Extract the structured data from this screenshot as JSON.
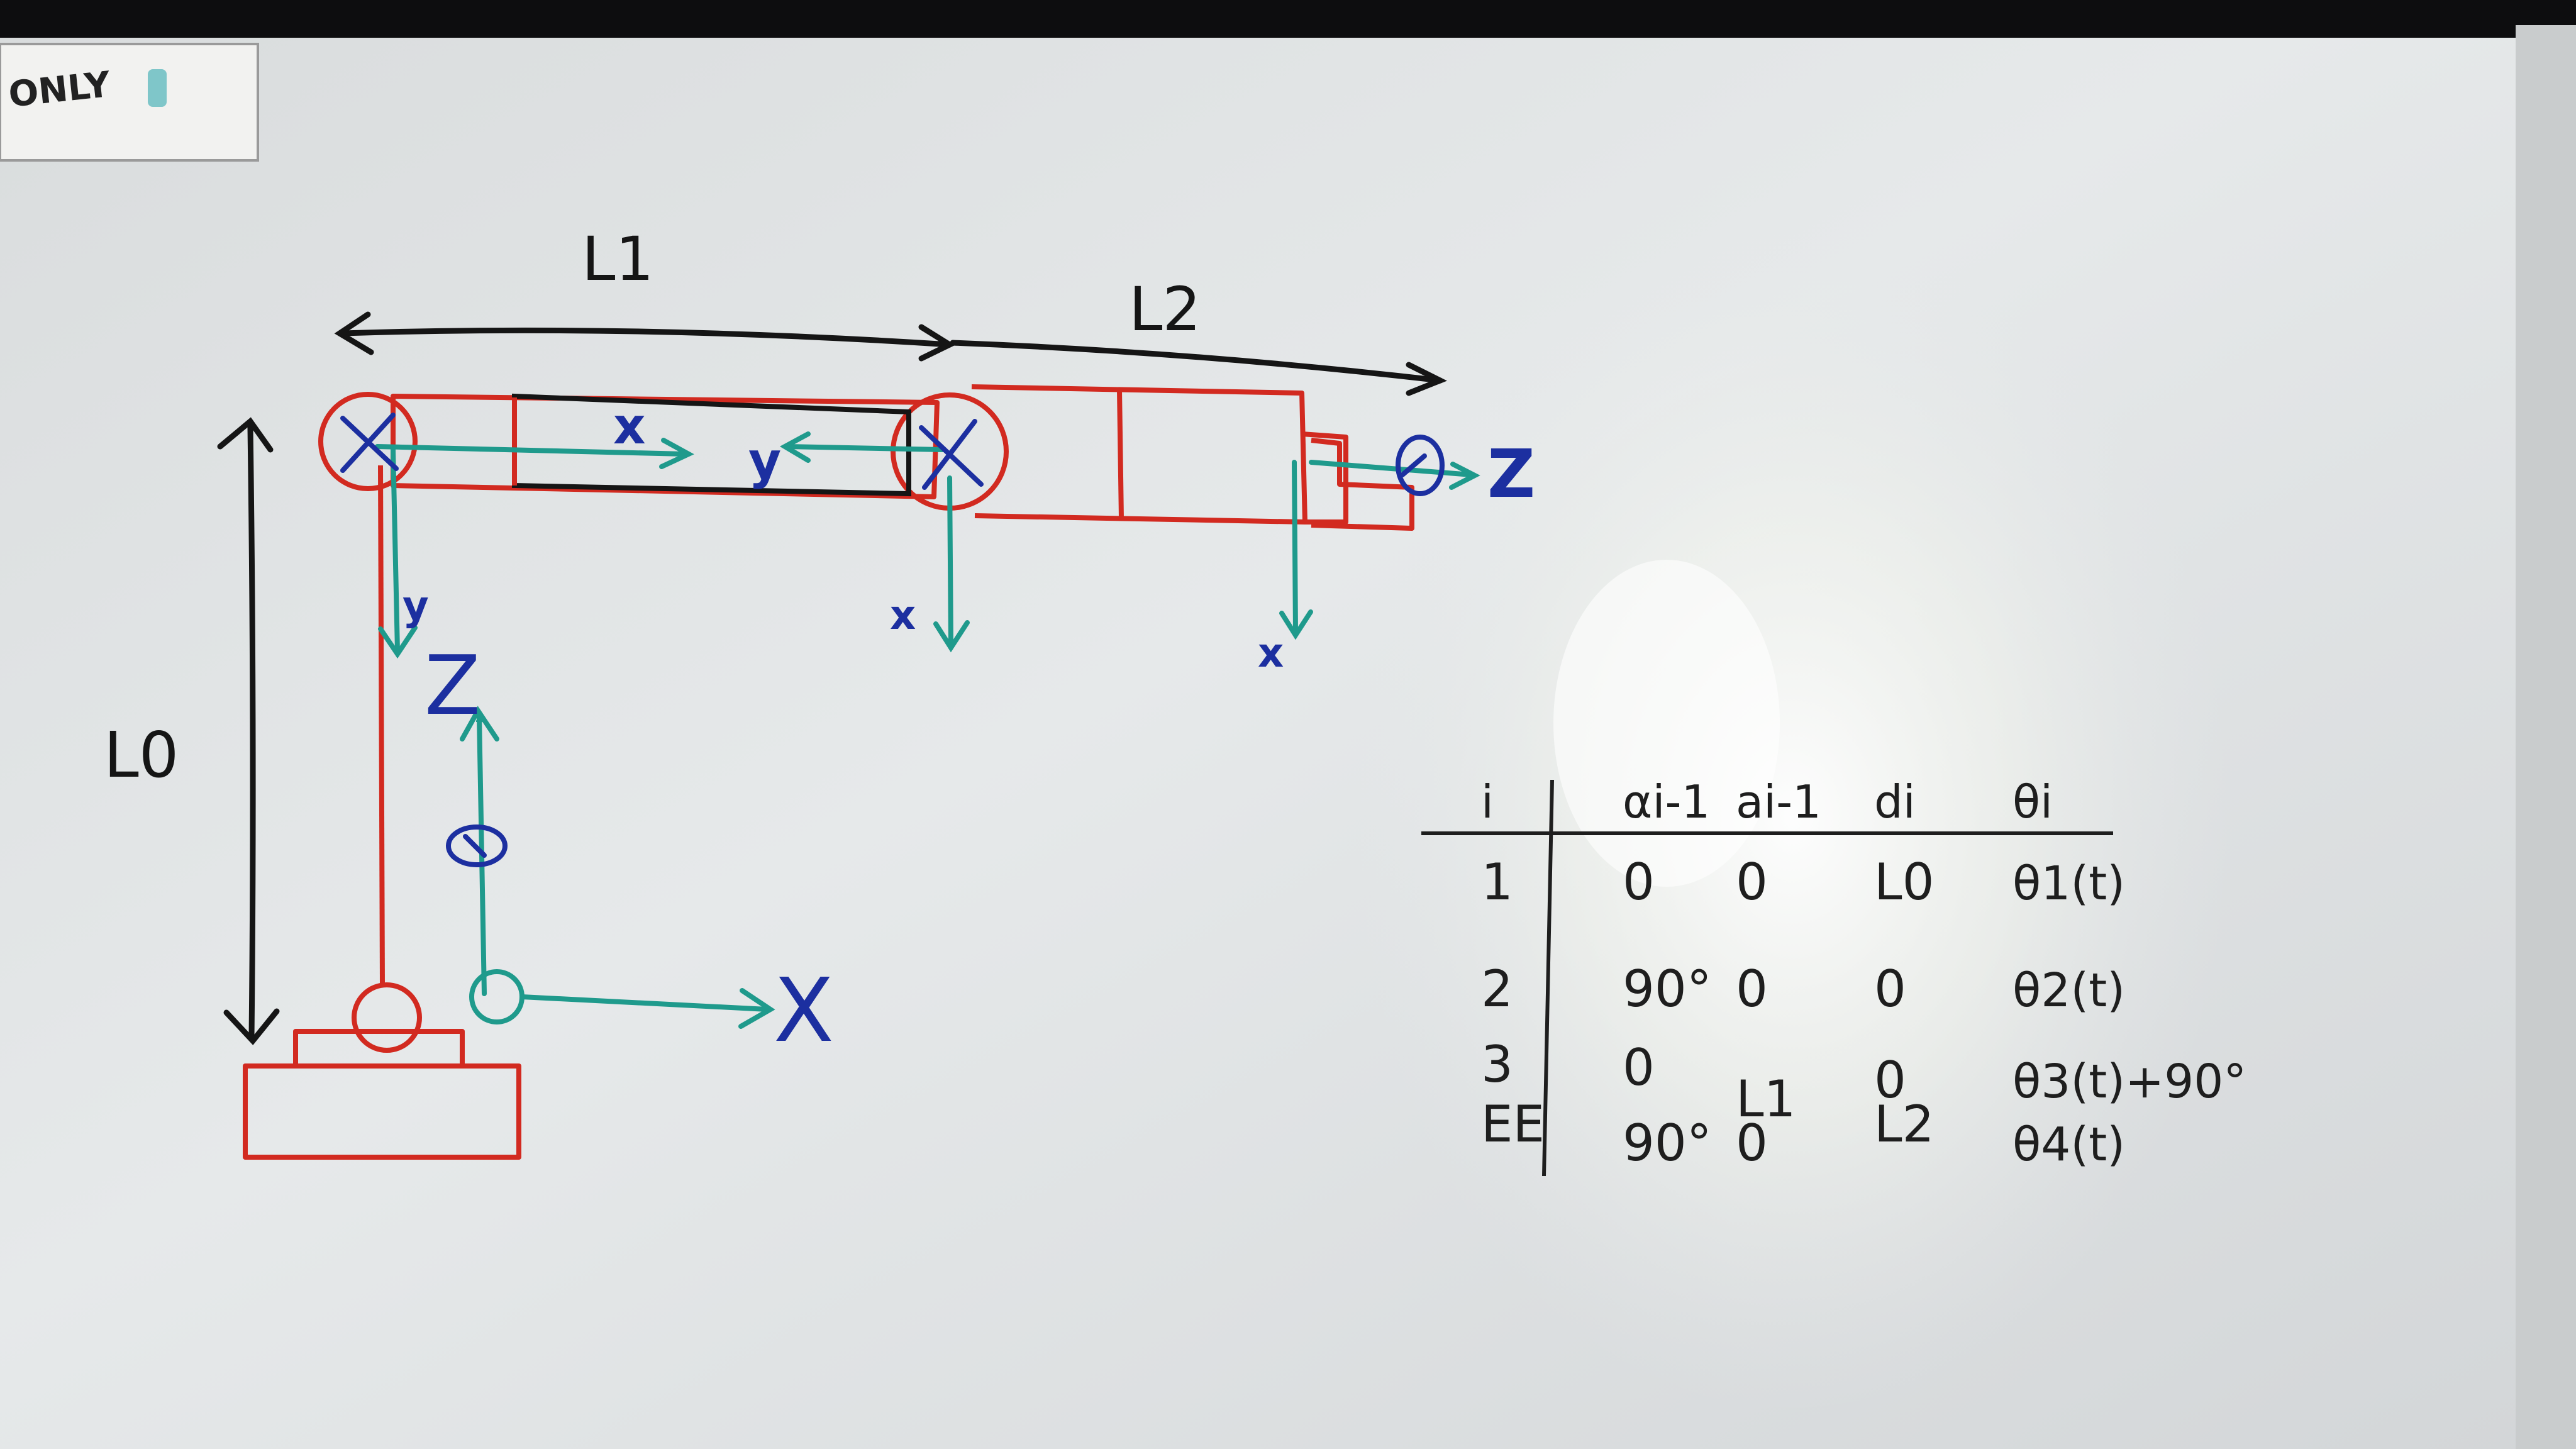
{
  "sticker": {
    "text": "ONLY"
  },
  "dimensions": {
    "l0": "L0",
    "l1": "L1",
    "l2": "L2"
  },
  "frame_labels": {
    "base_z": "Z",
    "base_x": "X",
    "j1_x": "x",
    "j1_y": "y",
    "j2_x": "x",
    "j2_y": "y",
    "ee_z": "Z",
    "ee_x": "x"
  },
  "dh_table": {
    "headers": [
      "i",
      "αi-1",
      "ai-1",
      "di",
      "θi"
    ],
    "rows": [
      [
        "1",
        "0",
        "0",
        "L0",
        "θ1(t)"
      ],
      [
        "2",
        "90°",
        "0",
        "0",
        "θ2(t)"
      ],
      [
        "3",
        "0",
        "L1",
        "0",
        "θ3(t)+90°"
      ],
      [
        "EE",
        "90°",
        "0",
        "L2",
        "θ4(t)"
      ]
    ]
  },
  "colors": {
    "board": "#e6e9ea",
    "frame_dark": "#0d0d0f",
    "marker_black": "#151515",
    "marker_red": "#d22a20",
    "marker_teal": "#1f9a8c",
    "marker_blue": "#1c2fa0",
    "table_ink": "#1e1e1e"
  }
}
